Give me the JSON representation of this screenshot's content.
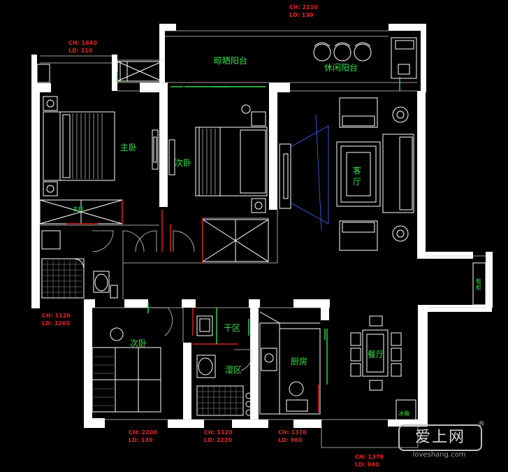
{
  "rooms": {
    "balcony_drying": "晾晒阳台",
    "balcony_leisure": "休闲阳台",
    "master_bedroom": "主卧",
    "second_bedroom_top": "次卧",
    "living_room": "客厅",
    "wardrobe": "衣柜",
    "second_bedroom_bottom": "次卧",
    "dry_area": "干区",
    "wet_area": "湿区",
    "kitchen": "厨房",
    "dining_room": "餐厅",
    "fridge": "冰箱",
    "shoe_cabinet": "鞋柜"
  },
  "dimensions": {
    "top_balcony": {
      "ch": "CH: 2210",
      "ld": "LD: 130"
    },
    "left_balcony": {
      "ch": "CH: 1640",
      "ld": "LD: 210"
    },
    "left_window": {
      "ch": "CH: 1120",
      "ld": "LD: 1260"
    },
    "bottom_bedroom": {
      "ch": "CH: 2200",
      "ld": "LD: 130"
    },
    "bathroom": {
      "ch": "CH: 1120",
      "ld": "LD: 1220"
    },
    "kitchen": {
      "ch": "CH: 1370",
      "ld": "LD: 960"
    },
    "dining": {
      "ch": "CH: 1370",
      "ld": "LD: 940"
    }
  },
  "watermark": {
    "logo": "爱上网",
    "registered": "®",
    "url": "loveshang.com"
  }
}
